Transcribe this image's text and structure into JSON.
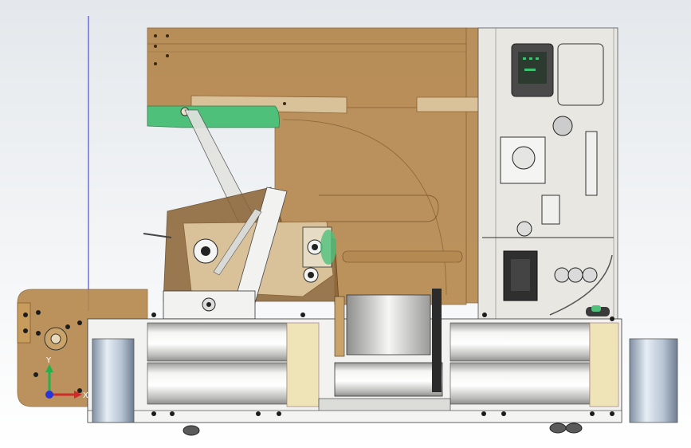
{
  "viewport": {
    "background_top": "#e4e8ec",
    "background_bottom": "#ffffff",
    "sketch_line_color": "#2a2ad8"
  },
  "colors": {
    "frame_brown": "#b5874c",
    "frame_brown_dark": "#8a6232",
    "panel_tan": "#d9c29a",
    "green_bracket": "#4ec07a",
    "steel_light": "#ecebe8",
    "steel_mid": "#c9c9c6",
    "roller_blue": "#b8c6d6",
    "cream_block": "#efe4b8",
    "electric_panel": "#e9e7e2",
    "dark_detail": "#2b2b2b"
  },
  "triad": {
    "y_axis_color": "#24b04a",
    "x_axis_color": "#d22a2a",
    "z_origin_color": "#2a36d8",
    "x_label": "X",
    "y_label": "Y"
  },
  "components": {
    "left_roller": "roller",
    "right_roller": "roller",
    "main_drums": "drum",
    "control_panel": "electric-panel",
    "display_icon": "display-icon",
    "bottom_casters": "caster-wheel"
  }
}
